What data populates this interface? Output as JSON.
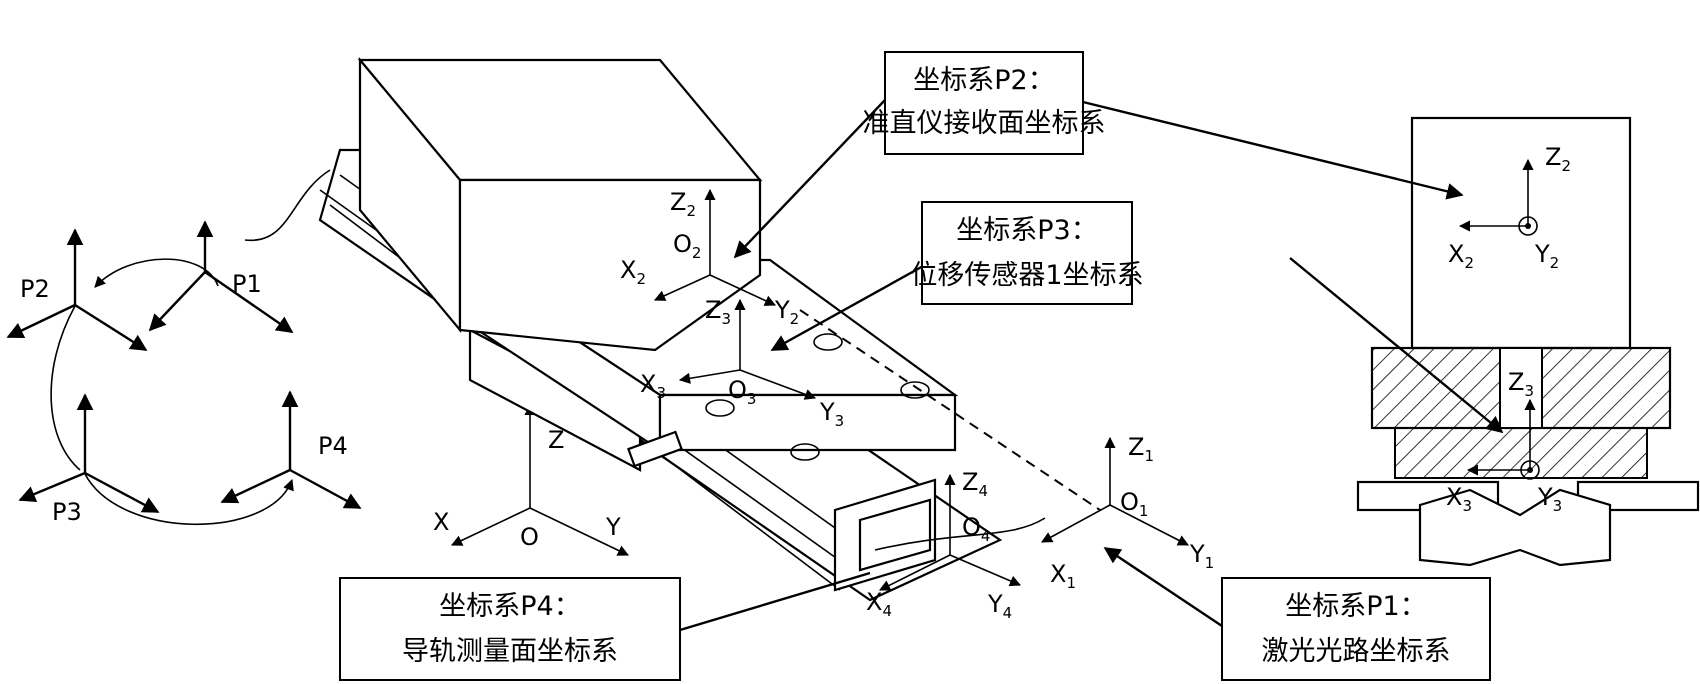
{
  "callouts": [
    {
      "id": "p2",
      "line1": "坐标系P2：",
      "line2": "准直仪接收面坐标系"
    },
    {
      "id": "p3",
      "line1": "坐标系P3：",
      "line2": "位移传感器1坐标系"
    },
    {
      "id": "p4",
      "line1": "坐标系P4：",
      "line2": "导轨测量面坐标系"
    },
    {
      "id": "p1",
      "line1": "坐标系P1：",
      "line2": "激光光路坐标系"
    }
  ],
  "frame_labels": {
    "p1": "P1",
    "p2": "P2",
    "p3": "P3",
    "p4": "P4"
  },
  "axes": {
    "world": {
      "x": "X",
      "y": "Y",
      "z": "Z",
      "o": "O"
    },
    "f1": {
      "x": "X",
      "y": "Y",
      "z": "Z",
      "o": "O",
      "sub": "1"
    },
    "f2": {
      "x": "X",
      "y": "Y",
      "z": "Z",
      "o": "O",
      "sub": "2"
    },
    "f3": {
      "x": "X",
      "y": "Y",
      "z": "Z",
      "o": "O",
      "sub": "3"
    },
    "f4": {
      "x": "X",
      "y": "Y",
      "z": "Z",
      "o": "O",
      "sub": "4"
    },
    "side2": {
      "x": "X",
      "y": "Y",
      "z": "Z",
      "sub": "2"
    },
    "side3": {
      "x": "X",
      "y": "Y",
      "z": "Z",
      "sub": "3"
    }
  }
}
